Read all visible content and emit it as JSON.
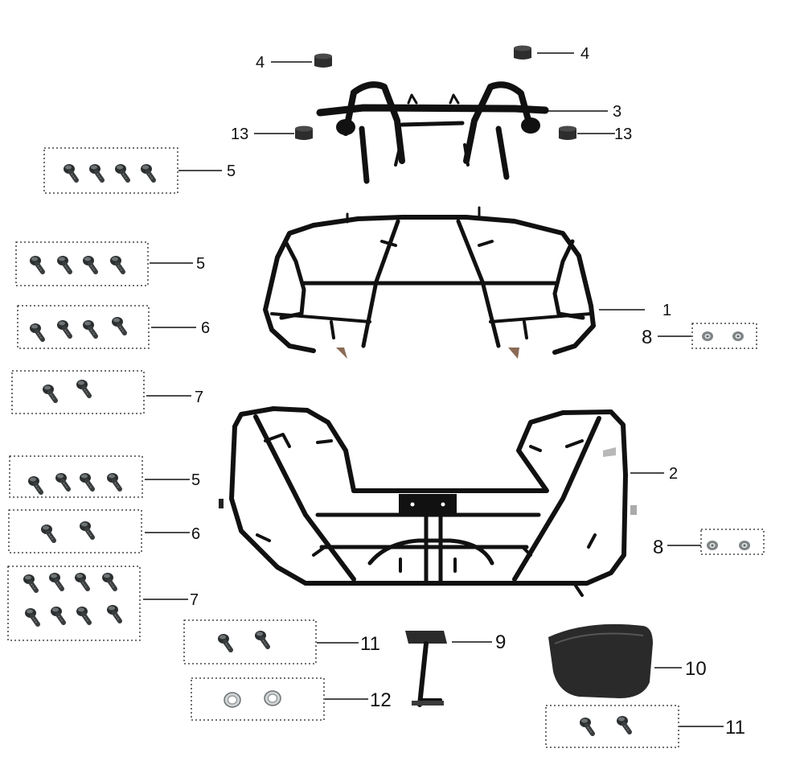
{
  "diagram": {
    "callouts": {
      "c1": "1",
      "c2": "2",
      "c3": "3",
      "c4_left": "4",
      "c4_right": "4",
      "c5_top": "5",
      "c5_mid": "5",
      "c5_low": "5",
      "c6_mid": "6",
      "c6_low": "6",
      "c7_mid": "7",
      "c7_low": "7",
      "c8_upper": "8",
      "c8_lower": "8",
      "c9": "9",
      "c10": "10",
      "c11_left": "11",
      "c11_right": "11",
      "c12": "12",
      "c13_left": "13",
      "c13_right": "13"
    },
    "colors": {
      "frame": "#111111",
      "bolt_dark": "#2b2e2f",
      "bolt_light": "#8a9092",
      "seat": "#2a2a2a",
      "box_border": "#222222"
    }
  }
}
